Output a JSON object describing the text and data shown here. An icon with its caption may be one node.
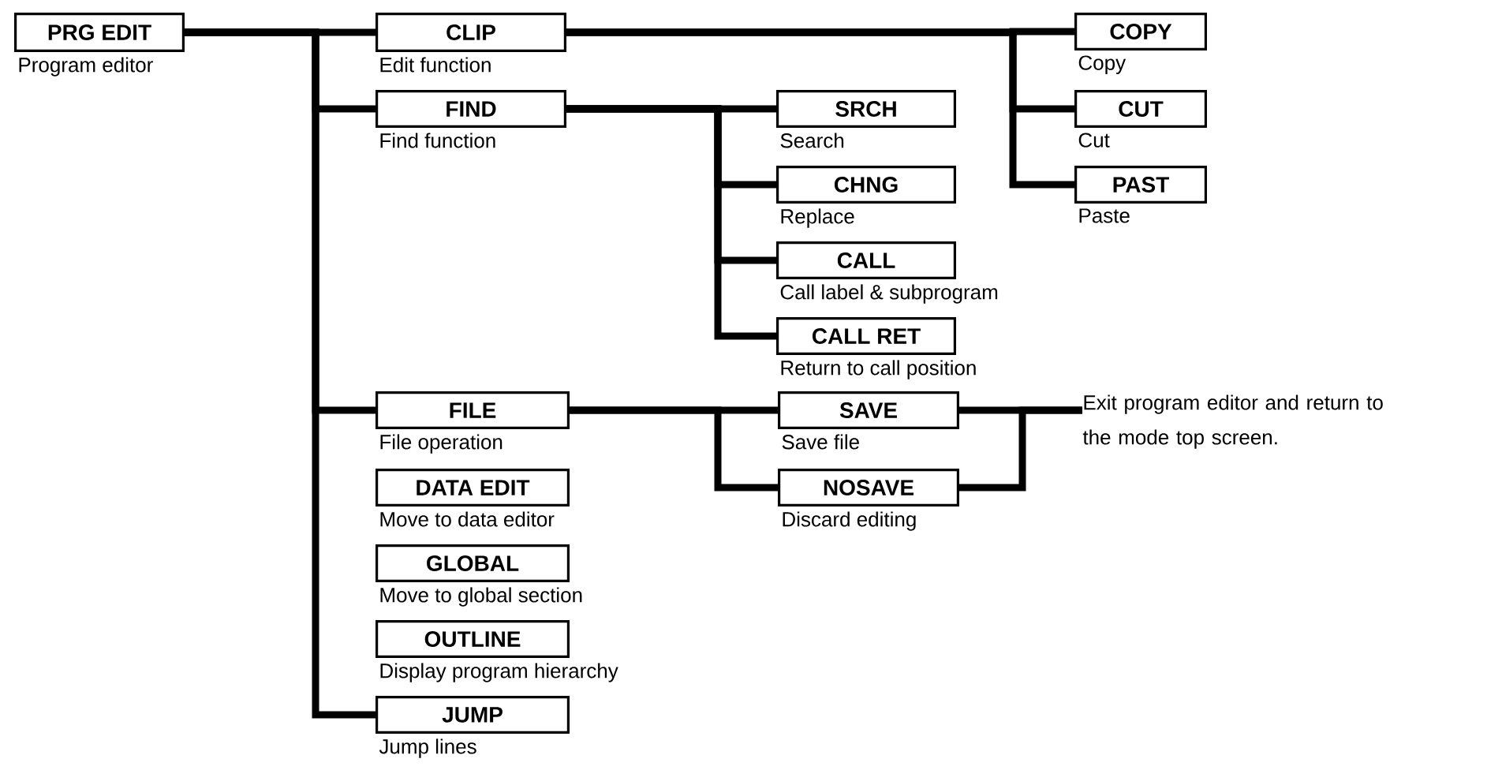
{
  "diagram": {
    "nodes": [
      {
        "text": [
          "PRG EDIT"
        ],
        "beside": [
          "Program editor"
        ]
      },
      {
        "text": [
          "CLIP"
        ],
        "beside": [
          "Edit function"
        ]
      },
      {
        "text": [
          "FIND"
        ],
        "beside": [
          "Find function"
        ]
      },
      {
        "text": [
          "SRCH"
        ],
        "beside": [
          "Search"
        ]
      },
      {
        "text": [
          "CHNG"
        ],
        "beside": [
          "Replace"
        ]
      },
      {
        "text": [
          "CALL"
        ],
        "beside": [
          "Call label & subprogram"
        ]
      },
      {
        "text": [
          "CALL RET"
        ],
        "beside": [
          "Return to call position"
        ]
      },
      {
        "text": [
          "COPY"
        ],
        "beside": [
          "Copy"
        ]
      },
      {
        "text": [
          "CUT"
        ],
        "beside": [
          "Cut"
        ]
      },
      {
        "text": [
          "PAST"
        ],
        "beside": [
          "Paste"
        ]
      },
      {
        "text": [
          "FILE"
        ],
        "beside": [
          "File operation"
        ]
      },
      {
        "text": [
          "SAVE"
        ],
        "beside": [
          "Save file"
        ]
      },
      {
        "text": [
          "NOSAVE"
        ],
        "beside": [
          "Discard editing"
        ]
      },
      {
        "text": [
          "Exit program editor and return to the mode top screen."
        ]
      },
      {
        "text": [
          "DATA EDIT"
        ],
        "beside": [
          "Move to data editor"
        ]
      },
      {
        "text": [
          "GLOBAL"
        ],
        "beside": [
          "Move to global section"
        ]
      },
      {
        "text": [
          "OUTLINE"
        ],
        "beside": [
          "Display program hierarchy"
        ]
      },
      {
        "text": [
          "JUMP"
        ],
        "beside": [
          "Jump lines"
        ]
      }
    ],
    "edges": [
      {
        "from": 0,
        "to": 1,
        "arrow": "none"
      },
      {
        "from": 0,
        "to": 2,
        "arrow": "none"
      },
      {
        "from": 0,
        "to": 10,
        "arrow": "none"
      },
      {
        "from": 0,
        "to": 17,
        "arrow": "none"
      },
      {
        "from": 1,
        "to": 7,
        "arrow": "none"
      },
      {
        "from": 1,
        "to": 8,
        "arrow": "none"
      },
      {
        "from": 1,
        "to": 9,
        "arrow": "none"
      },
      {
        "from": 2,
        "to": 3,
        "arrow": "none"
      },
      {
        "from": 2,
        "to": 4,
        "arrow": "none"
      },
      {
        "from": 2,
        "to": 5,
        "arrow": "none"
      },
      {
        "from": 2,
        "to": 6,
        "arrow": "none"
      },
      {
        "from": 10,
        "to": 11,
        "arrow": "none"
      },
      {
        "from": 10,
        "to": 12,
        "arrow": "none"
      },
      {
        "from": 11,
        "to": 13,
        "arrow": "none"
      },
      {
        "from": 12,
        "to": 13,
        "arrow": "none"
      }
    ]
  }
}
